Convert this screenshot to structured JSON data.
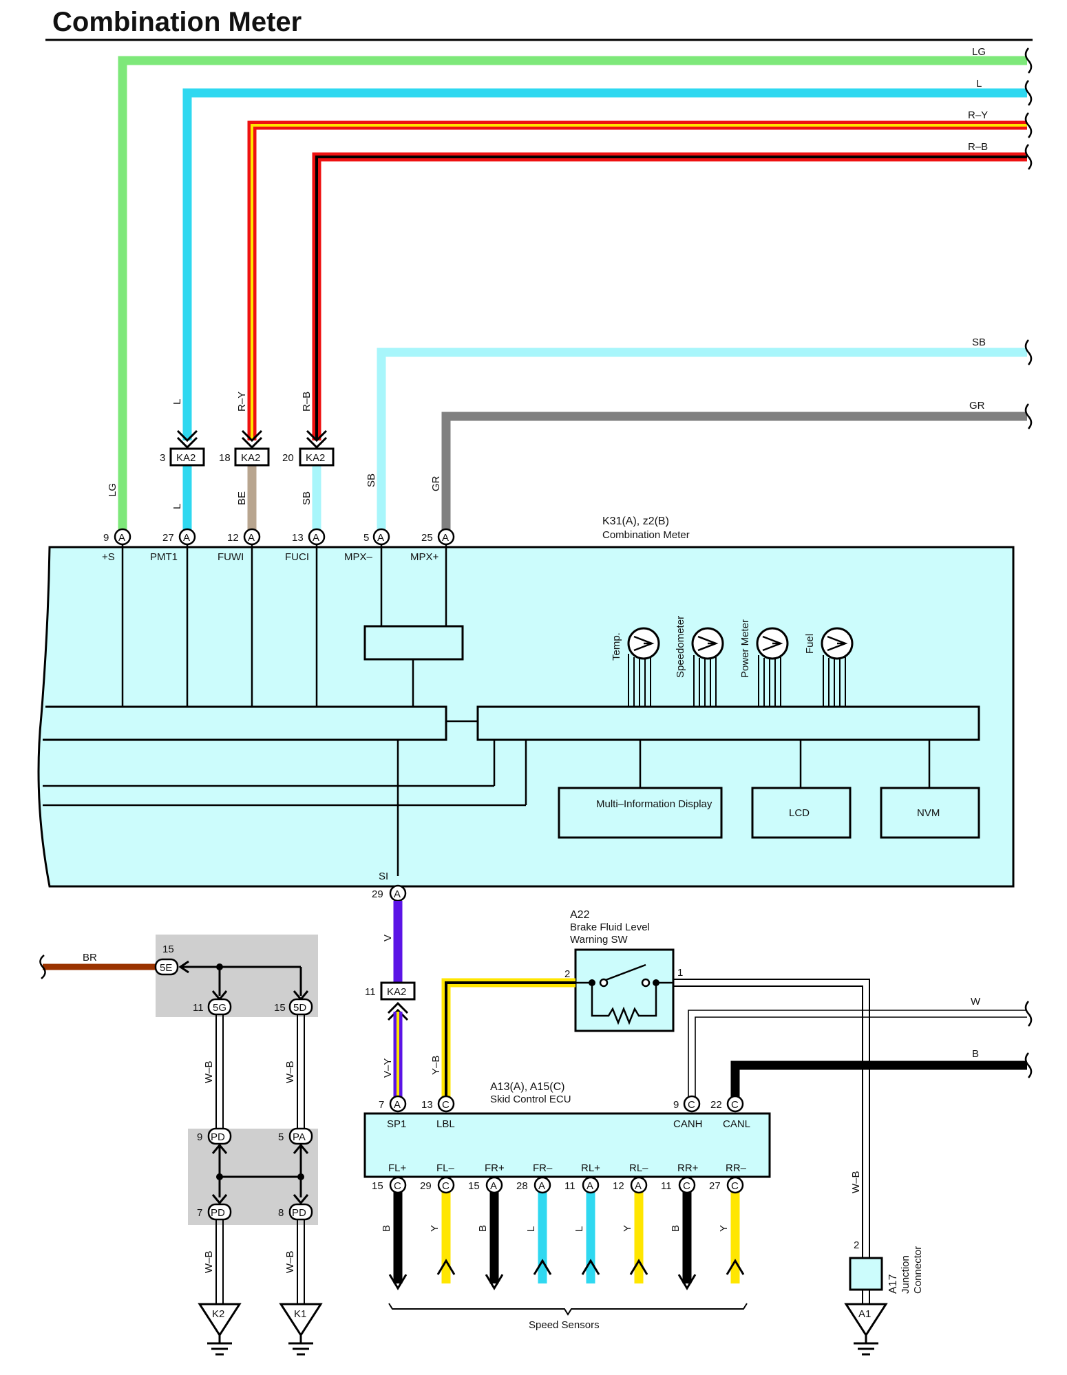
{
  "page": {
    "title": "Combination Meter"
  },
  "right_edge_wires": {
    "lg": "LG",
    "l": "L",
    "ry": "R–Y",
    "rb": "R–B",
    "sb": "SB",
    "gr": "GR",
    "w": "W",
    "b": "B"
  },
  "meter": {
    "code": "K31(A), z2(B)",
    "name": "Combination Meter",
    "pins": [
      {
        "num": "9",
        "conn": "A",
        "name": "+S",
        "wire": "LG"
      },
      {
        "num": "27",
        "conn": "A",
        "name": "PMT1",
        "wire": "L"
      },
      {
        "num": "12",
        "conn": "A",
        "name": "FUWI",
        "wire": "BE"
      },
      {
        "num": "13",
        "conn": "A",
        "name": "FUCI",
        "wire": "SB"
      },
      {
        "num": "5",
        "conn": "A",
        "name": "MPX–",
        "wire": "SB"
      },
      {
        "num": "25",
        "conn": "A",
        "name": "MPX+",
        "wire": "GR"
      }
    ],
    "ka2_connectors": [
      {
        "num": "3",
        "label": "KA2",
        "upper_wire": "L"
      },
      {
        "num": "18",
        "label": "KA2",
        "upper_wire": "R–Y"
      },
      {
        "num": "20",
        "label": "KA2",
        "upper_wire": "R–B"
      }
    ],
    "gauges": [
      "Temp.",
      "Speedometer",
      "Power Meter",
      "Fuel"
    ],
    "blocks": {
      "mid": "Multi–Information Display",
      "lcd": "LCD",
      "nvm": "NVM"
    },
    "si_pin": {
      "name": "SI",
      "num": "29",
      "conn": "A"
    }
  },
  "ground_section": {
    "br_wire": "BR",
    "junction_num": "15",
    "junction_label": "5E",
    "j5g": {
      "num": "11",
      "label": "5G"
    },
    "j5d": {
      "num": "15",
      "label": "5D"
    },
    "left_wire": "W–B",
    "right_wire": "W–B",
    "pd_top": {
      "num": "9",
      "label": "PD"
    },
    "pa_top": {
      "num": "5",
      "label": "PA"
    },
    "pd_bottom_left": {
      "num": "7",
      "label": "PD"
    },
    "pd_bottom_right": {
      "num": "8",
      "label": "PD"
    },
    "lower_left_wire": "W–B",
    "lower_right_wire": "W–B",
    "ground_left": "K2",
    "ground_right": "K1"
  },
  "vsignal": {
    "wire_upper": "V",
    "ka2": {
      "num": "11",
      "label": "KA2"
    },
    "wire_lower": "V–Y"
  },
  "brake_switch": {
    "code": "A22",
    "name_line1": "Brake Fluid Level",
    "name_line2": "Warning SW",
    "pin_left": "2",
    "pin_right": "1"
  },
  "ecu": {
    "code": "A13(A), A15(C)",
    "name": "Skid Control ECU",
    "top_pins": [
      {
        "num": "7",
        "conn": "A",
        "name": "SP1"
      },
      {
        "num": "13",
        "conn": "C",
        "name": "LBL"
      },
      {
        "num": "9",
        "conn": "C",
        "name": "CANH"
      },
      {
        "num": "22",
        "conn": "C",
        "name": "CANL"
      }
    ],
    "lbl_wire": "Y–B",
    "bottom_pins": [
      {
        "num": "15",
        "conn": "C",
        "name": "FL+",
        "wire": "B"
      },
      {
        "num": "29",
        "conn": "C",
        "name": "FL–",
        "wire": "Y"
      },
      {
        "num": "15",
        "conn": "A",
        "name": "FR+",
        "wire": "B"
      },
      {
        "num": "28",
        "conn": "A",
        "name": "FR–",
        "wire": "L"
      },
      {
        "num": "11",
        "conn": "A",
        "name": "RL+",
        "wire": "L"
      },
      {
        "num": "12",
        "conn": "A",
        "name": "RL–",
        "wire": "Y"
      },
      {
        "num": "11",
        "conn": "C",
        "name": "RR+",
        "wire": "B"
      },
      {
        "num": "27",
        "conn": "C",
        "name": "RR–",
        "wire": "Y"
      }
    ],
    "sensors_label": "Speed Sensors"
  },
  "junction_connector": {
    "wire": "W–B",
    "pin": "2",
    "code": "A17",
    "name_line1": "Junction",
    "name_line2": "Connector",
    "ground": "A1"
  },
  "colors": {
    "lg": "#7ee87a",
    "l": "#2fd8f0",
    "sb": "#a8f6fb",
    "gr": "#808080",
    "red": "#ee1111",
    "yellow": "#ffe600",
    "be": "#b8a58f",
    "violet": "#5b14e6",
    "br": "#9a3300",
    "panel": "#ccfcfc",
    "gray_box": "#cfcfcf"
  }
}
